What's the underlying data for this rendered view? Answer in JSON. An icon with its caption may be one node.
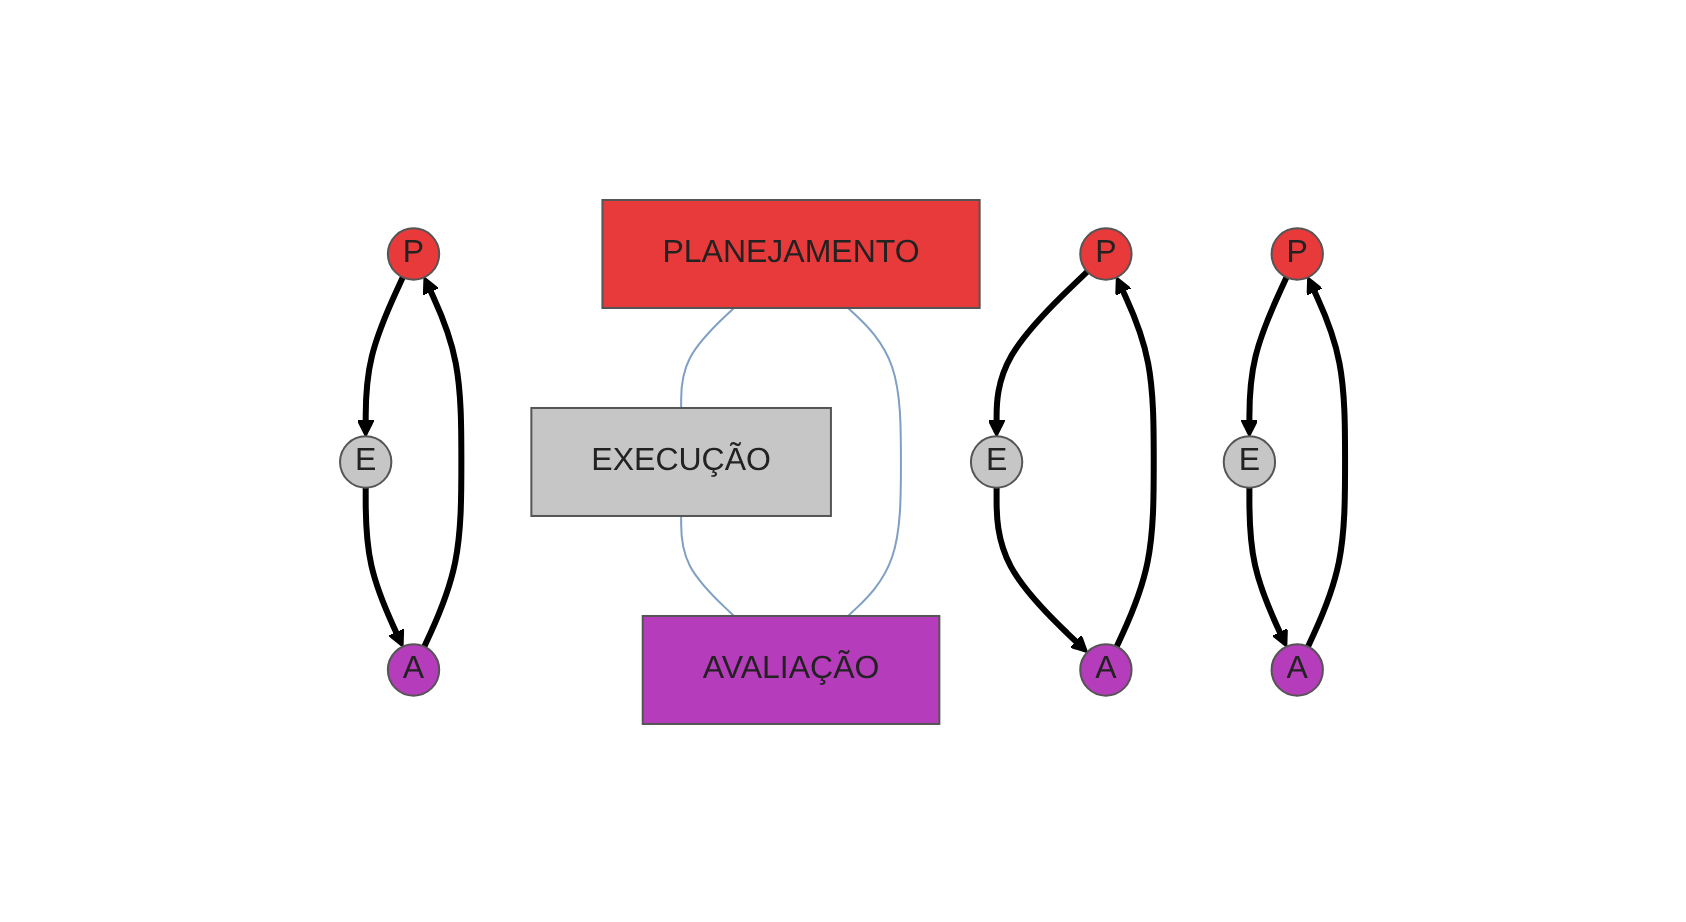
{
  "diagram": {
    "nodes": [
      {
        "text": [
          "P"
        ]
      },
      {
        "text": [
          "A"
        ]
      },
      {
        "text": [
          "E"
        ]
      },
      {
        "text": [
          "PLANEJAMENTO"
        ]
      },
      {
        "text": [
          "P"
        ]
      },
      {
        "text": [
          "A"
        ]
      },
      {
        "text": [
          "E"
        ]
      },
      {
        "text": [
          "AVALIAÇÃO"
        ]
      },
      {
        "text": [
          "P"
        ]
      },
      {
        "text": [
          "A"
        ]
      },
      {
        "text": [
          "E"
        ]
      },
      {
        "text": [
          "EXECUÇÃO"
        ]
      }
    ],
    "edges": [
      {
        "from": 0,
        "to": 2,
        "arrow": "to"
      },
      {
        "from": 2,
        "to": 1,
        "arrow": "to"
      },
      {
        "from": 1,
        "to": 0,
        "arrow": "to"
      },
      {
        "from": 3,
        "to": 11,
        "arrow": "none",
        "color": "#7f9fc4"
      },
      {
        "from": 11,
        "to": 7,
        "arrow": "none",
        "color": "#7f9fc4"
      },
      {
        "from": 7,
        "to": 3,
        "arrow": "none",
        "color": "#7f9fc4"
      },
      {
        "from": 4,
        "to": 6,
        "arrow": "to"
      },
      {
        "from": 6,
        "to": 5,
        "arrow": "to"
      },
      {
        "from": 5,
        "to": 4,
        "arrow": "to"
      },
      {
        "from": 8,
        "to": 10,
        "arrow": "to"
      },
      {
        "from": 10,
        "to": 9,
        "arrow": "to"
      },
      {
        "from": 9,
        "to": 8,
        "arrow": "to"
      }
    ]
  }
}
